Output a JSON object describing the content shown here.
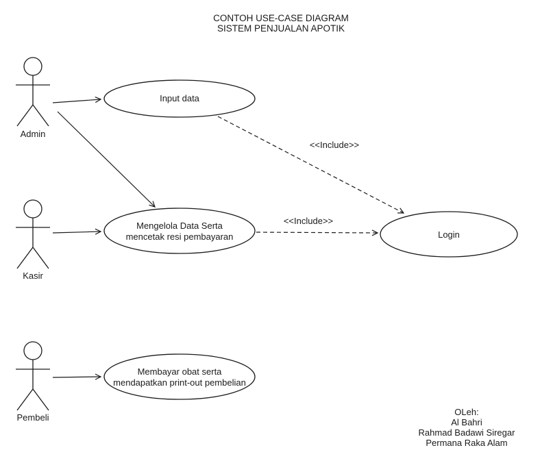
{
  "title": {
    "line1": "CONTOH USE-CASE DIAGRAM",
    "line2": "SISTEM PENJUALAN APOTIK"
  },
  "actors": {
    "admin": {
      "label": "Admin"
    },
    "kasir": {
      "label": "Kasir"
    },
    "pembeli": {
      "label": "Pembeli"
    }
  },
  "use_cases": {
    "input_data": {
      "label": "Input data"
    },
    "mengelola": {
      "line1": "Mengelola Data Serta",
      "line2": "mencetak resi pembayaran"
    },
    "login": {
      "label": "Login"
    },
    "membayar": {
      "line1": "Membayar obat serta",
      "line2": "mendapatkan print-out pembelian"
    }
  },
  "relations": {
    "include_top": {
      "label": "<<Include>>"
    },
    "include_middle": {
      "label": "<<Include>>"
    }
  },
  "credits": {
    "line1": "OLeh:",
    "line2": "Al Bahri",
    "line3": "Rahmad Badawi Siregar",
    "line4": "Permana Raka Alam"
  }
}
